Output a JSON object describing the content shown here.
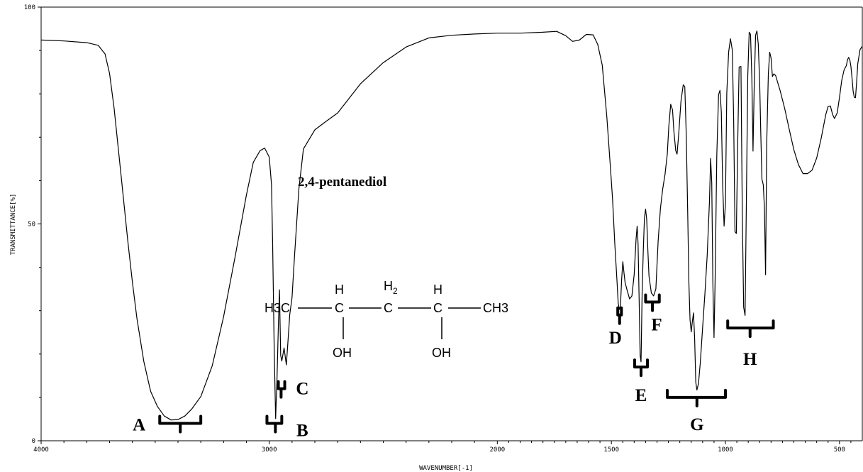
{
  "chart_data": {
    "type": "line",
    "title": "2,4-pentanediol",
    "xlabel": "WAVENUMBER[-1]",
    "ylabel": "TRANSMITTANCE[%]",
    "xlim": [
      4000,
      400
    ],
    "ylim": [
      0,
      100
    ],
    "x_reversed": true,
    "grid": false,
    "x_ticks": [
      {
        "value": 4000,
        "label": "4000"
      },
      {
        "value": 3000,
        "label": "3000"
      },
      {
        "value": 2000,
        "label": "2000"
      },
      {
        "value": 1500,
        "label": "1500"
      },
      {
        "value": 1000,
        "label": "1000"
      },
      {
        "value": 500,
        "label": "500"
      }
    ],
    "y_ticks": [
      {
        "value": 0,
        "label": "0"
      },
      {
        "value": 50,
        "label": "50"
      },
      {
        "value": 100,
        "label": "100"
      }
    ],
    "series": [
      {
        "points": [
          [
            4000,
            92.4
          ],
          [
            3900,
            92.2
          ],
          [
            3800,
            91.8
          ],
          [
            3750,
            91.2
          ],
          [
            3720,
            89.2
          ],
          [
            3700,
            84.7
          ],
          [
            3680,
            76.7
          ],
          [
            3650,
            61.4
          ],
          [
            3620,
            46.1
          ],
          [
            3600,
            36.6
          ],
          [
            3580,
            28.2
          ],
          [
            3550,
            18.3
          ],
          [
            3520,
            11.4
          ],
          [
            3490,
            7.9
          ],
          [
            3460,
            5.7
          ],
          [
            3430,
            4.8
          ],
          [
            3400,
            4.9
          ],
          [
            3370,
            5.7
          ],
          [
            3340,
            7.3
          ],
          [
            3300,
            10.2
          ],
          [
            3250,
            17.3
          ],
          [
            3200,
            28.6
          ],
          [
            3150,
            42.3
          ],
          [
            3100,
            56.7
          ],
          [
            3070,
            64.2
          ],
          [
            3040,
            66.9
          ],
          [
            3020,
            67.5
          ],
          [
            3000,
            65.4
          ],
          [
            2990,
            59.0
          ],
          [
            2985,
            45.1
          ],
          [
            2978,
            20.8
          ],
          [
            2972,
            5.1
          ],
          [
            2966,
            14.2
          ],
          [
            2960,
            26.2
          ],
          [
            2955,
            34.8
          ],
          [
            2950,
            19.7
          ],
          [
            2945,
            18.4
          ],
          [
            2935,
            21.4
          ],
          [
            2925,
            17.5
          ],
          [
            2918,
            22.7
          ],
          [
            2910,
            29.1
          ],
          [
            2900,
            33.0
          ],
          [
            2890,
            42.0
          ],
          [
            2870,
            58.1
          ],
          [
            2850,
            67.3
          ],
          [
            2800,
            71.7
          ],
          [
            2760,
            73.3
          ],
          [
            2700,
            75.6
          ],
          [
            2600,
            82.3
          ],
          [
            2500,
            87.2
          ],
          [
            2400,
            90.8
          ],
          [
            2300,
            92.9
          ],
          [
            2200,
            93.5
          ],
          [
            2100,
            93.8
          ],
          [
            2000,
            94.0
          ],
          [
            1900,
            94.0
          ],
          [
            1800,
            94.2
          ],
          [
            1740,
            94.4
          ],
          [
            1700,
            93.4
          ],
          [
            1670,
            92.1
          ],
          [
            1640,
            92.4
          ],
          [
            1610,
            93.7
          ],
          [
            1580,
            93.6
          ],
          [
            1560,
            91.4
          ],
          [
            1540,
            86.6
          ],
          [
            1520,
            74.8
          ],
          [
            1505,
            63.5
          ],
          [
            1495,
            55.8
          ],
          [
            1485,
            45.4
          ],
          [
            1475,
            36.5
          ],
          [
            1470,
            31.7
          ],
          [
            1465,
            30.3
          ],
          [
            1460,
            31.2
          ],
          [
            1455,
            37.1
          ],
          [
            1450,
            41.3
          ],
          [
            1445,
            38.8
          ],
          [
            1440,
            36.5
          ],
          [
            1430,
            34.5
          ],
          [
            1420,
            32.7
          ],
          [
            1410,
            33.4
          ],
          [
            1400,
            38.3
          ],
          [
            1392,
            46.3
          ],
          [
            1387,
            49.5
          ],
          [
            1383,
            45.4
          ],
          [
            1378,
            31.7
          ],
          [
            1374,
            19.7
          ],
          [
            1370,
            18.2
          ],
          [
            1365,
            34.8
          ],
          [
            1360,
            44.0
          ],
          [
            1355,
            51.4
          ],
          [
            1350,
            53.4
          ],
          [
            1345,
            51.0
          ],
          [
            1340,
            44.0
          ],
          [
            1335,
            38.0
          ],
          [
            1325,
            34.1
          ],
          [
            1315,
            33.4
          ],
          [
            1305,
            35.0
          ],
          [
            1295,
            46.0
          ],
          [
            1285,
            53.5
          ],
          [
            1275,
            58.0
          ],
          [
            1265,
            61.4
          ],
          [
            1255,
            66.1
          ],
          [
            1248,
            72.6
          ],
          [
            1240,
            77.6
          ],
          [
            1232,
            76.3
          ],
          [
            1226,
            71.4
          ],
          [
            1218,
            66.9
          ],
          [
            1212,
            66.1
          ],
          [
            1205,
            70.7
          ],
          [
            1195,
            78.3
          ],
          [
            1185,
            82.1
          ],
          [
            1178,
            81.6
          ],
          [
            1172,
            70.9
          ],
          [
            1165,
            51.6
          ],
          [
            1160,
            36.2
          ],
          [
            1155,
            27.8
          ],
          [
            1150,
            25.1
          ],
          [
            1145,
            27.6
          ],
          [
            1140,
            29.5
          ],
          [
            1135,
            23.4
          ],
          [
            1130,
            13.5
          ],
          [
            1125,
            11.7
          ],
          [
            1118,
            13.2
          ],
          [
            1110,
            18.1
          ],
          [
            1100,
            26.0
          ],
          [
            1090,
            34.0
          ],
          [
            1080,
            42.8
          ],
          [
            1070,
            55.3
          ],
          [
            1065,
            65.1
          ],
          [
            1060,
            59.5
          ],
          [
            1055,
            36.2
          ],
          [
            1050,
            23.8
          ],
          [
            1045,
            37.3
          ],
          [
            1038,
            65.7
          ],
          [
            1030,
            79.8
          ],
          [
            1024,
            80.8
          ],
          [
            1018,
            75.8
          ],
          [
            1012,
            59.0
          ],
          [
            1006,
            49.5
          ],
          [
            1000,
            54.7
          ],
          [
            994,
            80.1
          ],
          [
            986,
            89.6
          ],
          [
            978,
            92.7
          ],
          [
            970,
            90.1
          ],
          [
            964,
            74.1
          ],
          [
            958,
            48.2
          ],
          [
            952,
            47.8
          ],
          [
            946,
            69.4
          ],
          [
            940,
            86.2
          ],
          [
            932,
            86.3
          ],
          [
            926,
            52.1
          ],
          [
            920,
            30.8
          ],
          [
            914,
            28.9
          ],
          [
            908,
            56.1
          ],
          [
            902,
            84.1
          ],
          [
            896,
            94.2
          ],
          [
            890,
            93.7
          ],
          [
            884,
            83.4
          ],
          [
            879,
            66.8
          ],
          [
            874,
            81.0
          ],
          [
            868,
            93.5
          ],
          [
            862,
            94.5
          ],
          [
            856,
            91.5
          ],
          [
            850,
            82.5
          ],
          [
            845,
            70.6
          ],
          [
            840,
            60.3
          ],
          [
            834,
            59.0
          ],
          [
            829,
            53.7
          ],
          [
            824,
            38.3
          ],
          [
            819,
            68.4
          ],
          [
            812,
            84.5
          ],
          [
            806,
            89.6
          ],
          [
            800,
            88.3
          ],
          [
            794,
            84.0
          ],
          [
            788,
            84.6
          ],
          [
            780,
            84.2
          ],
          [
            760,
            80.7
          ],
          [
            740,
            76.6
          ],
          [
            720,
            71.7
          ],
          [
            700,
            67.1
          ],
          [
            680,
            63.7
          ],
          [
            660,
            61.6
          ],
          [
            640,
            61.6
          ],
          [
            620,
            62.4
          ],
          [
            600,
            65.2
          ],
          [
            580,
            69.8
          ],
          [
            560,
            75.2
          ],
          [
            550,
            77.1
          ],
          [
            540,
            77.2
          ],
          [
            530,
            75.2
          ],
          [
            522,
            74.3
          ],
          [
            510,
            75.6
          ],
          [
            500,
            79.1
          ],
          [
            490,
            83.1
          ],
          [
            480,
            85.5
          ],
          [
            470,
            86.5
          ],
          [
            465,
            87.8
          ],
          [
            460,
            88.4
          ],
          [
            455,
            87.9
          ],
          [
            450,
            86.4
          ],
          [
            445,
            83.7
          ],
          [
            440,
            80.6
          ],
          [
            435,
            79.2
          ],
          [
            430,
            79.1
          ],
          [
            425,
            82.6
          ],
          [
            420,
            86.9
          ],
          [
            410,
            90.2
          ],
          [
            400,
            91.0
          ]
        ]
      }
    ],
    "annotations": [
      {
        "label": "A",
        "center": 3390,
        "from": 3480,
        "to": 3300,
        "depth": 4
      },
      {
        "label": "B",
        "center": 2973,
        "from": 3010,
        "to": 2945,
        "depth": 4
      },
      {
        "label": "C",
        "center": 2948,
        "from": 2960,
        "to": 2932,
        "depth": 12
      },
      {
        "label": "D",
        "center": 1464,
        "from": 1472,
        "to": 1456,
        "depth": 29
      },
      {
        "label": "E",
        "center": 1370,
        "from": 1398,
        "to": 1342,
        "depth": 17
      },
      {
        "label": "F",
        "center": 1320,
        "from": 1350,
        "to": 1290,
        "depth": 32
      },
      {
        "label": "G",
        "center": 1125,
        "from": 1255,
        "to": 1000,
        "depth": 10
      },
      {
        "label": "H",
        "center": 892,
        "from": 990,
        "to": 790,
        "depth": 26
      }
    ]
  },
  "structure": {
    "left_methyl": "H3C",
    "right_methyl": "CH3",
    "carbon": "C",
    "hydrogen": "H",
    "methylene_h": "H",
    "methylene_sub": "2",
    "hydroxyl": "OH"
  }
}
